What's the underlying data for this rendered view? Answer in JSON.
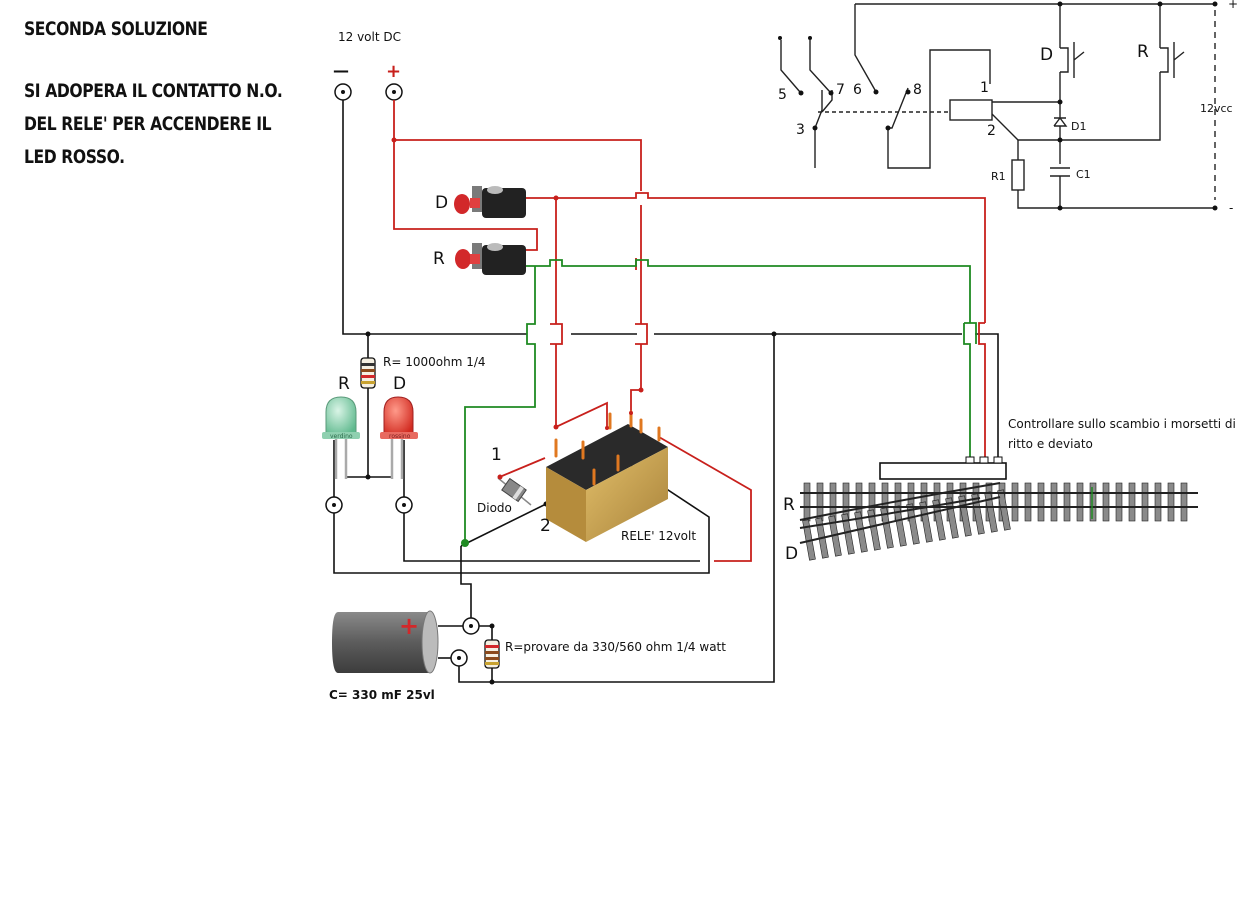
{
  "heading": {
    "title": "SECONDA SOLUZIONE",
    "line1": "SI ADOPERA IL CONTATTO N.O.",
    "line2": "DEL RELE' PER ACCENDERE IL",
    "line3": "LED ROSSO."
  },
  "supply": {
    "label": "12 volt DC",
    "minus": "—",
    "plus": "+"
  },
  "buttons": {
    "d_label": "D",
    "r_label": "R"
  },
  "resistor_led": {
    "label": "R= 1000ohm 1/4"
  },
  "leds": {
    "r_label": "R",
    "d_label": "D",
    "green_text": "verdino",
    "red_text": "rossino"
  },
  "relay": {
    "label": "RELE' 12volt",
    "pin1": "1",
    "pin2": "2"
  },
  "diode": {
    "label": "Diodo"
  },
  "capacitor": {
    "label": "C=  330 mF 25vl",
    "plus": "+"
  },
  "resistor_cap": {
    "label": "R=provare da 330/560 ohm 1/4 watt"
  },
  "track": {
    "note_line1": "Controllare sullo scambio i morsetti di",
    "note_line2": "ritto e deviato",
    "r_label": "R",
    "d_label": "D"
  },
  "schematic": {
    "pins": [
      "5",
      "7",
      "3",
      "6",
      "8",
      "1",
      "2"
    ],
    "d_button": "D",
    "r_button": "R",
    "diode": "D1",
    "resistor": "R1",
    "capacitor": "C1",
    "supply": "12vcc",
    "plus": "+",
    "minus": "-"
  },
  "colors": {
    "red_wire": "#c8201c",
    "green_wire": "#1f8a22",
    "black_wire": "#111111",
    "relay_body": "#c9a24e",
    "capacitor_body": "#6a6a6a",
    "button_red": "#d2282a"
  }
}
